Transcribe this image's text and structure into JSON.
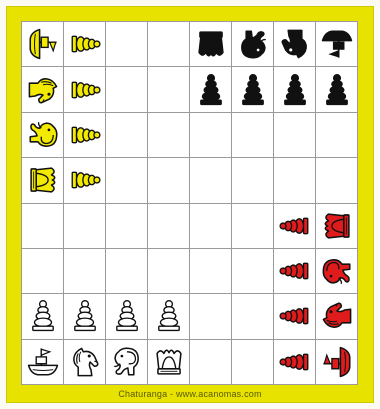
{
  "board": {
    "rows": 8,
    "cols": 8,
    "pieces": [
      {
        "row": 0,
        "col": 0,
        "side": "yellow",
        "type": "boat"
      },
      {
        "row": 0,
        "col": 1,
        "side": "yellow",
        "type": "pawn"
      },
      {
        "row": 1,
        "col": 0,
        "side": "yellow",
        "type": "horse"
      },
      {
        "row": 1,
        "col": 1,
        "side": "yellow",
        "type": "pawn"
      },
      {
        "row": 2,
        "col": 0,
        "side": "yellow",
        "type": "elephant"
      },
      {
        "row": 2,
        "col": 1,
        "side": "yellow",
        "type": "pawn"
      },
      {
        "row": 3,
        "col": 0,
        "side": "yellow",
        "type": "king"
      },
      {
        "row": 3,
        "col": 1,
        "side": "yellow",
        "type": "pawn"
      },
      {
        "row": 0,
        "col": 4,
        "side": "black",
        "type": "king"
      },
      {
        "row": 0,
        "col": 5,
        "side": "black",
        "type": "elephant"
      },
      {
        "row": 0,
        "col": 6,
        "side": "black",
        "type": "horse"
      },
      {
        "row": 0,
        "col": 7,
        "side": "black",
        "type": "boat"
      },
      {
        "row": 1,
        "col": 4,
        "side": "black",
        "type": "pawn"
      },
      {
        "row": 1,
        "col": 5,
        "side": "black",
        "type": "pawn"
      },
      {
        "row": 1,
        "col": 6,
        "side": "black",
        "type": "pawn"
      },
      {
        "row": 1,
        "col": 7,
        "side": "black",
        "type": "pawn"
      },
      {
        "row": 4,
        "col": 6,
        "side": "red",
        "type": "pawn"
      },
      {
        "row": 4,
        "col": 7,
        "side": "red",
        "type": "king"
      },
      {
        "row": 5,
        "col": 6,
        "side": "red",
        "type": "pawn"
      },
      {
        "row": 5,
        "col": 7,
        "side": "red",
        "type": "elephant"
      },
      {
        "row": 6,
        "col": 6,
        "side": "red",
        "type": "pawn"
      },
      {
        "row": 6,
        "col": 7,
        "side": "red",
        "type": "horse"
      },
      {
        "row": 7,
        "col": 6,
        "side": "red",
        "type": "pawn"
      },
      {
        "row": 7,
        "col": 7,
        "side": "red",
        "type": "boat"
      },
      {
        "row": 6,
        "col": 0,
        "side": "white",
        "type": "pawn"
      },
      {
        "row": 6,
        "col": 1,
        "side": "white",
        "type": "pawn"
      },
      {
        "row": 6,
        "col": 2,
        "side": "white",
        "type": "pawn"
      },
      {
        "row": 6,
        "col": 3,
        "side": "white",
        "type": "pawn"
      },
      {
        "row": 7,
        "col": 0,
        "side": "white",
        "type": "boat"
      },
      {
        "row": 7,
        "col": 1,
        "side": "white",
        "type": "horse"
      },
      {
        "row": 7,
        "col": 2,
        "side": "white",
        "type": "elephant"
      },
      {
        "row": 7,
        "col": 3,
        "side": "white",
        "type": "king"
      }
    ]
  },
  "colors": {
    "frame": "#e8e200",
    "yellow": "#f2ea00",
    "black": "#111111",
    "red": "#e01b1b",
    "white": "#ffffff",
    "outline": "#111111"
  },
  "footer": {
    "credit": "Chaturanga - www.acanomas.com"
  }
}
